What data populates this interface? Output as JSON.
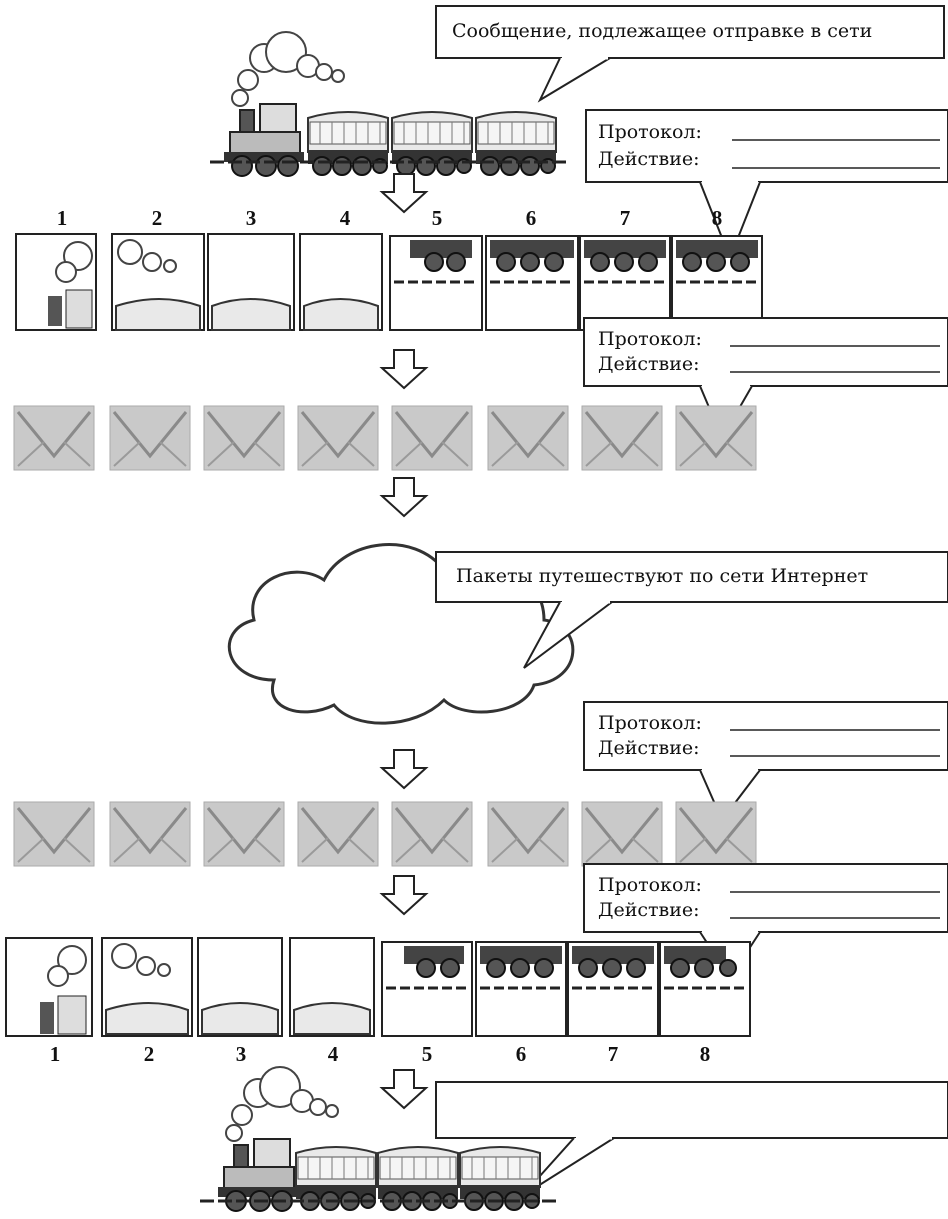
{
  "callouts": {
    "message": "Сообщение, подлежащее отправке в сети",
    "internet": "Пакеты путешествуют по сети Интернет",
    "final": ""
  },
  "protocol_boxes": [
    {
      "protocol_label": "Протокол:",
      "action_label": "Действие:",
      "protocol_value": "",
      "action_value": ""
    },
    {
      "protocol_label": "Протокол:",
      "action_label": "Действие:",
      "protocol_value": "",
      "action_value": ""
    },
    {
      "protocol_label": "Протокол:",
      "action_label": "Действие:",
      "protocol_value": "",
      "action_value": ""
    },
    {
      "protocol_label": "Протокол:",
      "action_label": "Действие:",
      "protocol_value": "",
      "action_value": ""
    }
  ],
  "top_fragment_numbers": [
    "1",
    "2",
    "3",
    "4",
    "5",
    "6",
    "7",
    "8"
  ],
  "bottom_fragment_numbers": [
    "1",
    "2",
    "3",
    "4",
    "5",
    "6",
    "7",
    "8"
  ],
  "envelope_rows": [
    {
      "count": 8
    },
    {
      "count": 8
    }
  ],
  "icons": [
    "train-icon",
    "arrow-down-icon",
    "envelope-icon",
    "cloud-icon"
  ]
}
